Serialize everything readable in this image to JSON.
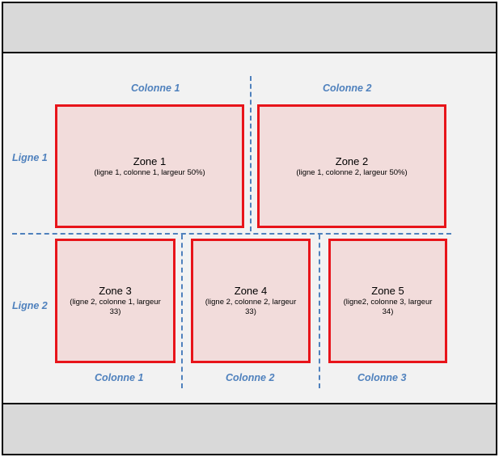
{
  "row_labels": {
    "row1": "Ligne 1",
    "row2": "Ligne 2"
  },
  "col_labels_top": {
    "col1": "Colonne 1",
    "col2": "Colonne 2"
  },
  "col_labels_bottom": {
    "col1": "Colonne 1",
    "col2": "Colonne 2",
    "col3": "Colonne 3"
  },
  "zones": [
    {
      "title": "Zone 1",
      "detail": "(ligne 1, colonne 1, largeur 50%)"
    },
    {
      "title": "Zone 2",
      "detail": "(ligne 1, colonne 2, largeur 50%)"
    },
    {
      "title": "Zone 3",
      "detail": "(ligne 2, colonne 1, largeur 33)"
    },
    {
      "title": "Zone 4",
      "detail": "(ligne 2, colonne 2, largeur 33)"
    },
    {
      "title": "Zone 5",
      "detail": "(ligne2, colonne 3, largeur 34)"
    }
  ],
  "colors": {
    "zone_border": "#e8141a",
    "zone_fill": "#f2dcdb",
    "label": "#4f81bd",
    "frame_fill": "#f2f2f2",
    "band_fill": "#d9d9d9"
  }
}
